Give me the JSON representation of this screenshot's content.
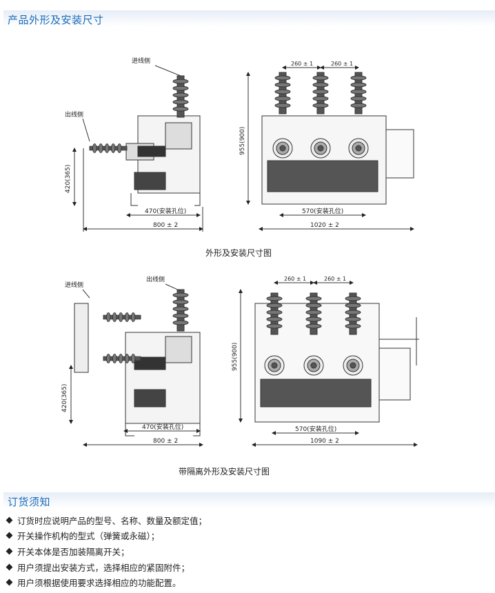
{
  "section1": {
    "title": "产品外形及安装尺寸"
  },
  "drawing1": {
    "inlet_label": "进线侧",
    "outlet_label": "出线侧",
    "height_side": "420(365)",
    "mount_width": "470(安装孔位)",
    "total_width_side": "800 ± 2",
    "pitch1": "260 ± 1",
    "pitch2": "260 ± 1",
    "height_front": "955(900)",
    "mount_front": "570(安装孔位)",
    "total_width_front": "1020 ± 2",
    "caption": "外形及安装尺寸图"
  },
  "drawing2": {
    "inlet_label": "进线侧",
    "outlet_label": "出线侧",
    "height_side": "420(365)",
    "mount_width": "470(安装孔位)",
    "total_width_side": "800 ± 2",
    "pitch1": "260 ± 1",
    "pitch2": "260 ± 1",
    "height_front": "955(900)",
    "mount_front": "570(安装孔位)",
    "total_width_front": "1090 ± 2",
    "caption": "带隔离外形及安装尺寸图"
  },
  "section2": {
    "title": "订货须知",
    "items": [
      "订货时应说明产品的型号、名称、数量及额定值；",
      "开关操作机构的型式（弹簧或永磁）；",
      "开关本体是否加装隔离开关；",
      "用户须提出安装方式，选择相应的紧固附件；",
      "用户须根据使用要求选择相应的功能配置。"
    ]
  }
}
